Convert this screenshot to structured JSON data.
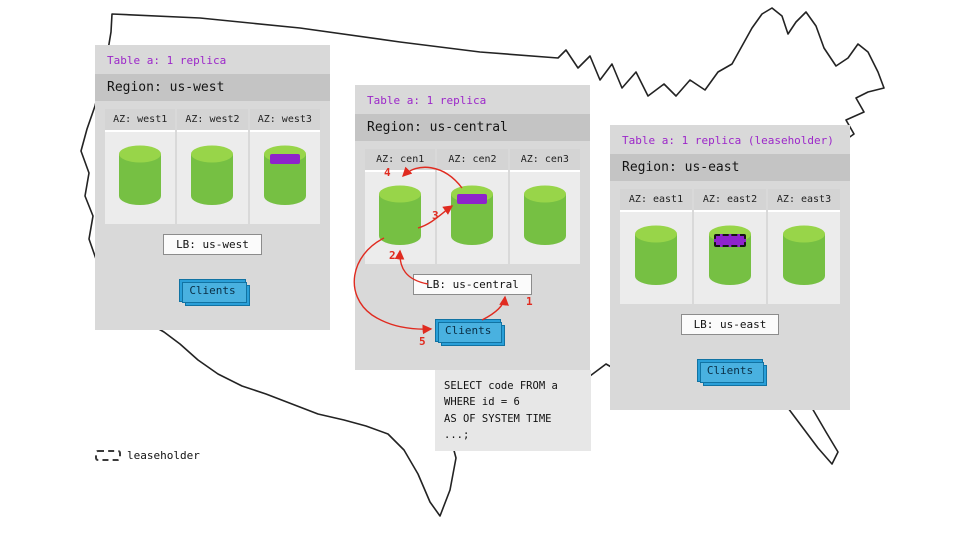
{
  "regions": {
    "west": {
      "table_label": "Table a: 1 replica",
      "region_label": "Region: us-west",
      "azs": [
        {
          "label": "AZ: west1"
        },
        {
          "label": "AZ: west2"
        },
        {
          "label": "AZ: west3"
        }
      ],
      "lb_label": "LB: us-west",
      "clients_label": "Clients"
    },
    "central": {
      "table_label": "Table a: 1 replica",
      "region_label": "Region: us-central",
      "azs": [
        {
          "label": "AZ: cen1"
        },
        {
          "label": "AZ: cen2"
        },
        {
          "label": "AZ: cen3"
        }
      ],
      "lb_label": "LB: us-central",
      "clients_label": "Clients"
    },
    "east": {
      "table_label": "Table a: 1 replica (leaseholder)",
      "region_label": "Region: us-east",
      "azs": [
        {
          "label": "AZ: east1"
        },
        {
          "label": "AZ: east2"
        },
        {
          "label": "AZ: east3"
        }
      ],
      "lb_label": "LB: us-east",
      "clients_label": "Clients"
    }
  },
  "flow_steps": [
    "1",
    "2",
    "3",
    "4",
    "5"
  ],
  "sql_query": {
    "lines": [
      "SELECT code FROM a",
      "WHERE id = 6",
      "AS OF SYSTEM TIME ...;"
    ]
  },
  "legend": {
    "leaseholder_label": "leaseholder"
  },
  "colors": {
    "replica_green": "#76c043",
    "replica_purple": "#8e24cc",
    "table_label_purple": "#9c27c9",
    "clients_blue": "#2a9fd8",
    "flow_red": "#e02b20"
  }
}
